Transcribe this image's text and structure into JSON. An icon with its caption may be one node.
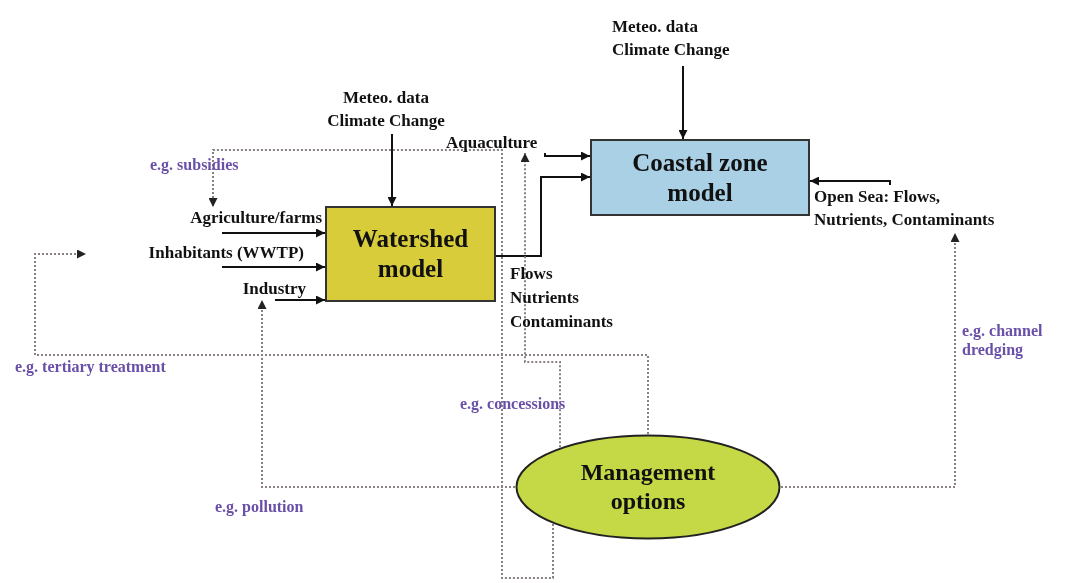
{
  "diagram": {
    "nodes": [
      {
        "text": [
          "Meteo. data Climate Change"
        ]
      },
      {
        "text": [
          "Watershed model"
        ]
      },
      {
        "text": [
          "Agriculture/farms"
        ]
      },
      {
        "text": [
          "Inhabitants (WWTP)"
        ]
      },
      {
        "text": [
          "Industry"
        ]
      },
      {
        "text": [
          "Meteo. data Climate Change"
        ]
      },
      {
        "text": [
          "Aquaculture"
        ]
      },
      {
        "text": [
          "Coastal zone model"
        ]
      },
      {
        "text": [
          "Open Sea: Flows, Nutrients, Contaminants"
        ]
      },
      {
        "text": [
          "Management options"
        ]
      }
    ],
    "edges": [
      {
        "from": 0,
        "to": 1,
        "arrow": "to"
      },
      {
        "from": 2,
        "to": 1,
        "arrow": "to"
      },
      {
        "from": 3,
        "to": 1,
        "arrow": "to"
      },
      {
        "from": 4,
        "to": 1,
        "arrow": "to"
      },
      {
        "from": 1,
        "to": 7,
        "arrow": "to",
        "label": "Flows Nutrients Contaminants"
      },
      {
        "from": 5,
        "to": 7,
        "arrow": "to"
      },
      {
        "from": 6,
        "to": 7,
        "arrow": "to"
      },
      {
        "from": 8,
        "to": 7,
        "arrow": "to"
      },
      {
        "from": 9,
        "to": 2,
        "arrow": "to",
        "style": "dashed",
        "color": "#8a8080",
        "label": "e.g. subsidies"
      },
      {
        "from": 9,
        "to": 3,
        "arrow": "to",
        "style": "dashed",
        "color": "#8a8080",
        "label": "e.g. tertiary treatment"
      },
      {
        "from": 9,
        "to": 6,
        "arrow": "to",
        "style": "dashed",
        "color": "#8a8080",
        "label": "e.g. concessions"
      },
      {
        "from": 9,
        "to": 4,
        "arrow": "to",
        "style": "dashed",
        "color": "#8a8080",
        "label": "e.g. pollution"
      },
      {
        "from": 9,
        "to": 8,
        "arrow": "to",
        "style": "dashed",
        "color": "#8a8080",
        "label": "e.g. channel dredging"
      }
    ]
  }
}
